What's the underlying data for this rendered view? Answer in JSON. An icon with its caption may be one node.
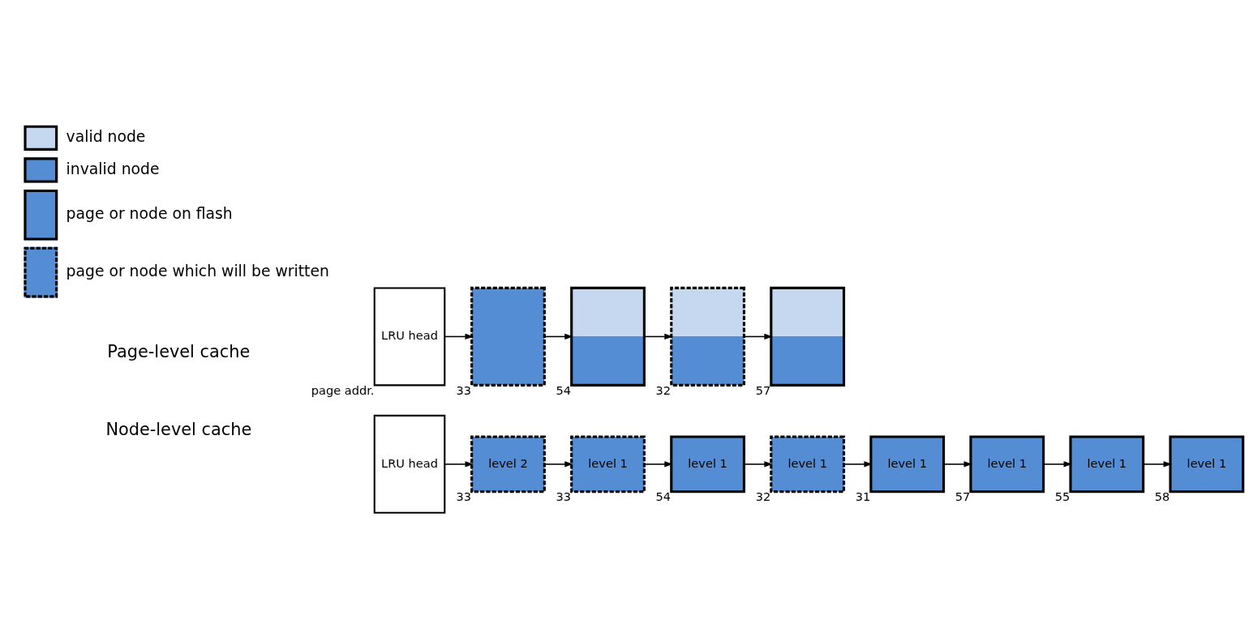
{
  "diagram": {
    "nodes": [
      {
        "text": [
          "LRU head"
        ],
        "beside": [
          "page addr."
        ]
      },
      {
        "text": [],
        "shape": "box",
        "beside": [
          "33"
        ]
      },
      {
        "text": [],
        "shape": "box",
        "beside": [
          "54"
        ]
      },
      {
        "text": [],
        "shape": "box",
        "beside": [
          "32"
        ]
      },
      {
        "text": [],
        "shape": "box",
        "beside": [
          "57"
        ]
      },
      {
        "text": [
          "LRU head"
        ]
      },
      {
        "text": [
          "level 2"
        ],
        "beside": [
          "33"
        ]
      },
      {
        "text": [
          "level 1"
        ],
        "beside": [
          "33"
        ]
      },
      {
        "text": [
          "level 1"
        ],
        "beside": [
          "54"
        ]
      },
      {
        "text": [
          "level 1"
        ],
        "beside": [
          "32"
        ]
      },
      {
        "text": [
          "level 1"
        ],
        "beside": [
          "31"
        ]
      },
      {
        "text": [
          "level 1"
        ],
        "beside": [
          "57"
        ]
      },
      {
        "text": [
          "level 1"
        ],
        "beside": [
          "55"
        ]
      },
      {
        "text": [
          "level 1"
        ],
        "beside": [
          "58"
        ]
      }
    ],
    "edges": [
      {
        "from": 0,
        "to": 1,
        "arrow": "to"
      },
      {
        "from": 1,
        "to": 2,
        "arrow": "to"
      },
      {
        "from": 2,
        "to": 3,
        "arrow": "to"
      },
      {
        "from": 3,
        "to": 4,
        "arrow": "to"
      },
      {
        "from": 5,
        "to": 6,
        "arrow": "to"
      },
      {
        "from": 6,
        "to": 7,
        "arrow": "to"
      },
      {
        "from": 7,
        "to": 8,
        "arrow": "to"
      },
      {
        "from": 8,
        "to": 9,
        "arrow": "to"
      },
      {
        "from": 9,
        "to": 10,
        "arrow": "to"
      },
      {
        "from": 10,
        "to": 11,
        "arrow": "to"
      },
      {
        "from": 11,
        "to": 12,
        "arrow": "to"
      },
      {
        "from": 12,
        "to": 13,
        "arrow": "to"
      }
    ],
    "labels": [
      "Page-level cache",
      "Node-level cache"
    ],
    "legend": [
      {
        "text": "valid node",
        "color": "#c5d8f0"
      },
      {
        "text": "invalid node",
        "color": "#548dd4"
      },
      {
        "text": "page or node on flash"
      },
      {
        "text": "page or node which will be written"
      }
    ]
  }
}
